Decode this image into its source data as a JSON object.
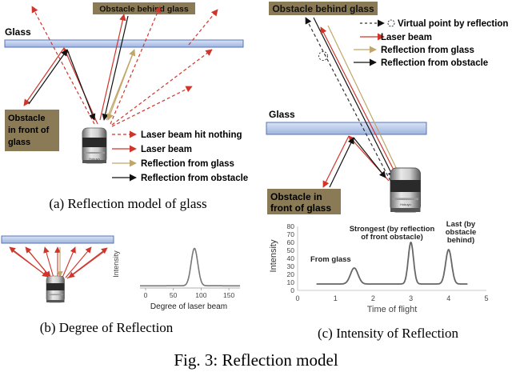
{
  "panel_a": {
    "glass_label": "Glass",
    "obstacle_behind_label": "Obstacle behind glass",
    "obstacle_front_lines": [
      "Obstacle",
      "in front of",
      "glass"
    ],
    "legend": [
      {
        "text": "Laser beam hit nothing",
        "color": "#d0352b",
        "style": "dashed"
      },
      {
        "text": "Laser beam",
        "color": "#d0352b",
        "style": "solid"
      },
      {
        "text": "Reflection from glass",
        "color": "#c0a66a",
        "style": "solid"
      },
      {
        "text": "Reflection from obstacle",
        "color": "#111111",
        "style": "solid"
      }
    ],
    "sensor_brand": "Hokuyo",
    "caption": "(a) Reflection model of glass"
  },
  "panel_b": {
    "caption": "(b) Degree of Reflection",
    "chart_data": {
      "type": "line",
      "xlabel": "Degree of laser beam",
      "ylabel": "Intensity",
      "xticks": [
        0,
        50,
        100,
        150
      ],
      "xlim": [
        -10,
        170
      ],
      "peak_x": 88,
      "peak_width": 6,
      "baseline": 0.05,
      "peak_height": 0.85
    }
  },
  "panel_c": {
    "obstacle_behind_label": "Obstacle behind glass",
    "glass_label": "Glass",
    "obstacle_front_lines": [
      "Obstacle in",
      "front of glass"
    ],
    "legend": [
      {
        "text": "Virtual point by reflection",
        "color": "#333333",
        "style": "virtual"
      },
      {
        "text": "Laser beam",
        "color": "#d0352b",
        "style": "solid"
      },
      {
        "text": "Reflection from glass",
        "color": "#c0a66a",
        "style": "solid"
      },
      {
        "text": "Reflection from obstacle",
        "color": "#111111",
        "style": "solid"
      }
    ],
    "sensor_brand": "Hokuyo",
    "caption": "(c) Intensity of Reflection",
    "chart_data": {
      "type": "line",
      "xlabel": "Time of flight",
      "ylabel": "Intensity",
      "xticks": [
        0,
        1,
        2,
        3,
        4,
        5
      ],
      "yticks": [
        0,
        10,
        20,
        30,
        40,
        50,
        60,
        70,
        80
      ],
      "xlim": [
        0,
        5
      ],
      "ylim": [
        0,
        80
      ],
      "baseline": 8,
      "peaks": [
        {
          "x": 1.5,
          "y": 28,
          "label": "From glass"
        },
        {
          "x": 3.0,
          "y": 60,
          "label": "Strongest (by reflection of front obstacle)"
        },
        {
          "x": 4.0,
          "y": 51,
          "label": "Last (by obstacle behind)"
        }
      ],
      "annotation_lines": [
        [
          "From glass"
        ],
        [
          "Strongest (by reflection",
          "of front obstacle)"
        ],
        [
          "Last (by",
          "obstacle",
          "behind)"
        ]
      ]
    }
  },
  "figure_caption": "Fig. 3: Reflection model"
}
